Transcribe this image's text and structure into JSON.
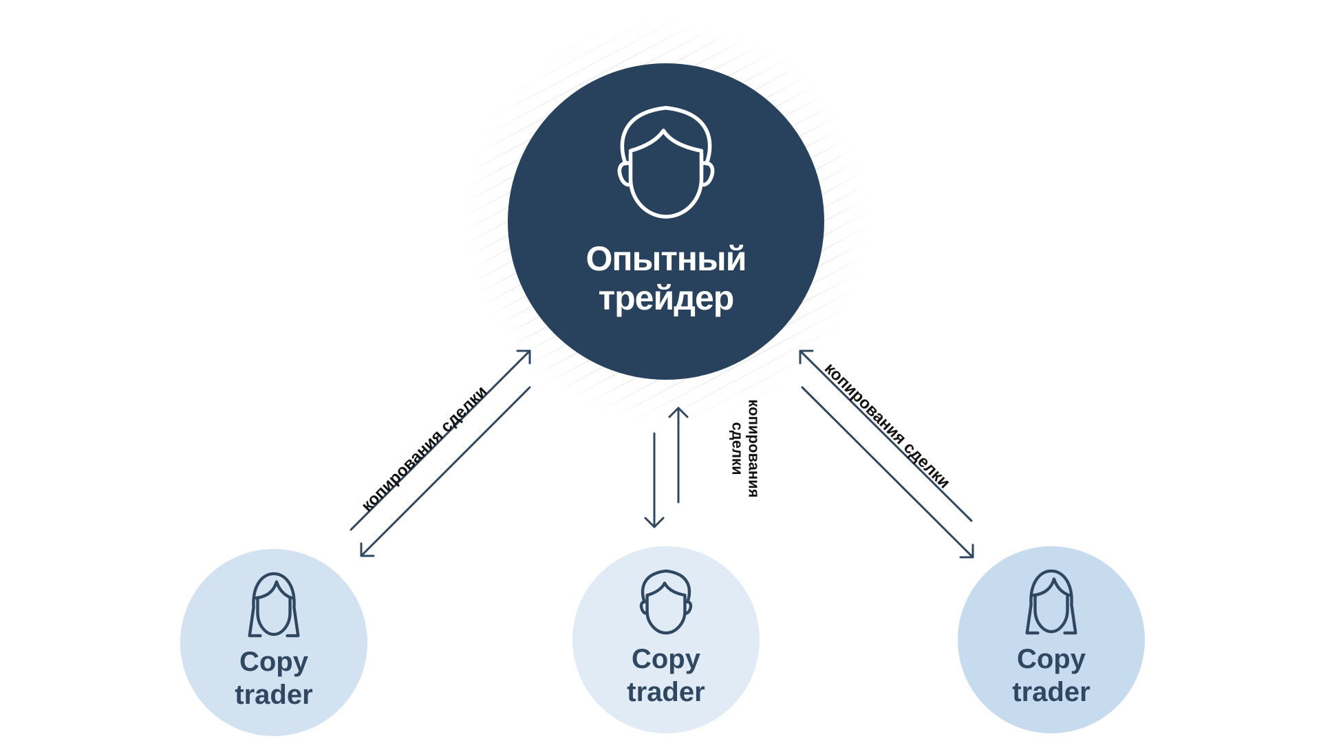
{
  "expert": {
    "label_line1": "Опытный",
    "label_line2": "трейдер",
    "icon": "male-face-icon",
    "color": "#28425d"
  },
  "copy_traders": [
    {
      "label_line1": "Copy",
      "label_line2": "trader",
      "icon": "female-face-icon",
      "color": "#d3e2f1"
    },
    {
      "label_line1": "Copy",
      "label_line2": "trader",
      "icon": "male-face-icon",
      "color": "#e1ebf5"
    },
    {
      "label_line1": "Copy",
      "label_line2": "trader",
      "icon": "female-face-icon",
      "color": "#c6dbee"
    }
  ],
  "flows": {
    "left": "копирования сделки",
    "middle_line1": "копирования",
    "middle_line2": "сделки",
    "right": "копирования сделки"
  },
  "arrow_color": "#2f4760"
}
